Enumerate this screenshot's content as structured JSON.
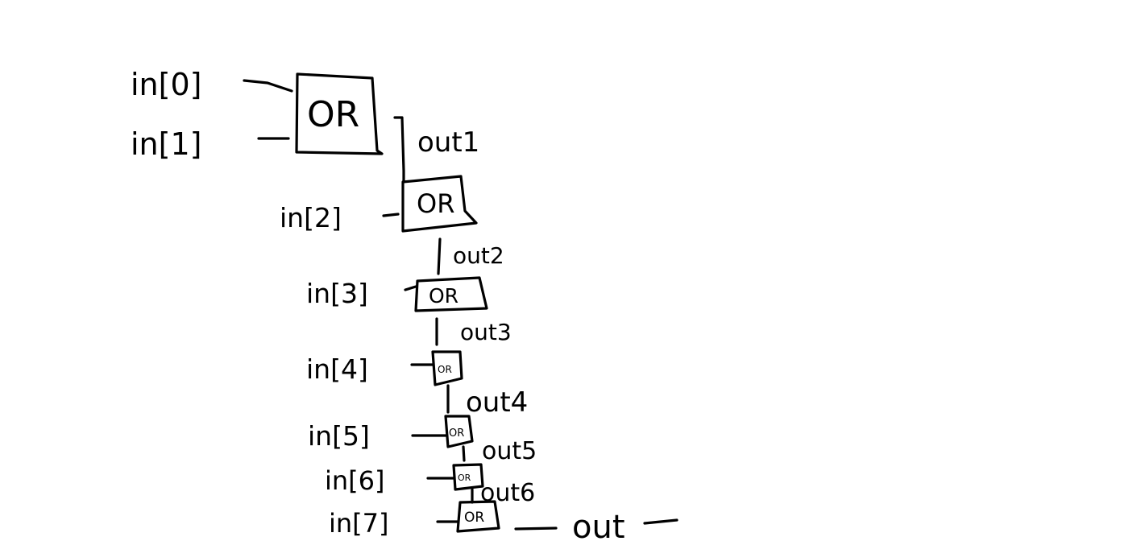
{
  "diagram": {
    "ink_color": "#000000",
    "background": "#ffffff",
    "inputs": [
      "in[0]",
      "in[1]",
      "in[2]",
      "in[3]",
      "in[4]",
      "in[5]",
      "in[6]",
      "in[7]"
    ],
    "gate_label": "OR",
    "intermediates": [
      "out1",
      "out2",
      "out3",
      "out4",
      "out5",
      "out6"
    ],
    "final_output": "out"
  }
}
